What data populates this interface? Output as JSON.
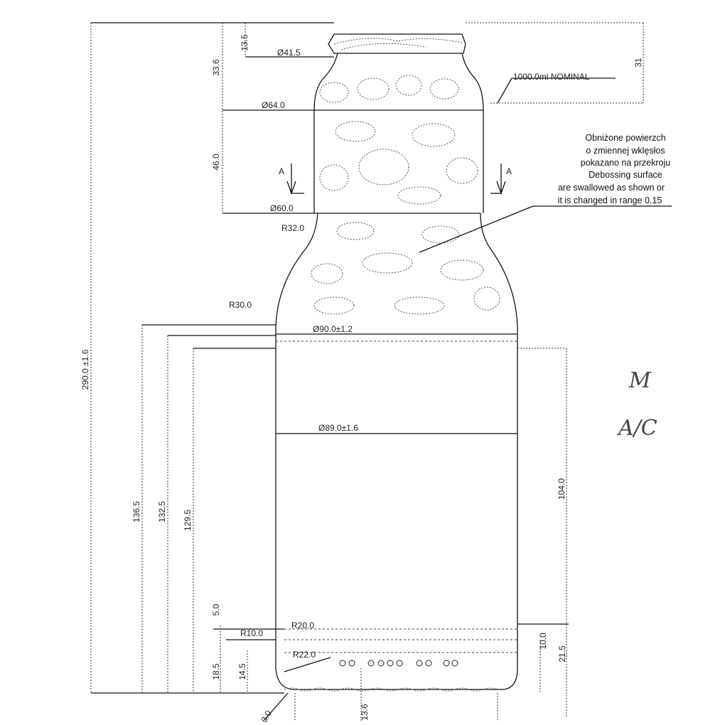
{
  "drawing": {
    "capacity_label": "1000.0ml NOMINAL",
    "section_marker_left": "A",
    "section_marker_right": "A",
    "note_lines": [
      "Obniżone powierzch",
      "o zmiennej wklęsłos",
      "pokazano na przekroju",
      "Debossing surface",
      "are swallowed as shown or",
      "it is changed in range 0.15"
    ],
    "dimensions": {
      "finish_height": "13.5",
      "finish_diameter": "Ø41.5",
      "neck_height": "33.6",
      "overall_finish_to_shoulder": "31",
      "shoulder_diameter": "Ø64.0",
      "panel_height": "46.0",
      "waist_diameter": "Ø60.0",
      "waist_radius": "R32.0",
      "shoulder_radius": "R30.0",
      "body_diameter": "Ø90.0±1.2",
      "label_diameter": "Ø89.0±1.6",
      "total_height": "290.0 ±1.6",
      "height_1": "136.5",
      "height_2": "132.5",
      "height_3": "129.5",
      "label_height": "104.0",
      "base_offset": "5.0",
      "base_radius_1": "R10.0",
      "base_radius_2": "R20.0",
      "base_radius_3": "R22.0",
      "base_height_1": "18.5",
      "base_height_2": "14.5",
      "base_band": "10.0",
      "base_total": "21.5",
      "heel_radius": "3.0",
      "push_up": "13.6"
    },
    "handwriting": [
      "M",
      "A/C"
    ]
  }
}
